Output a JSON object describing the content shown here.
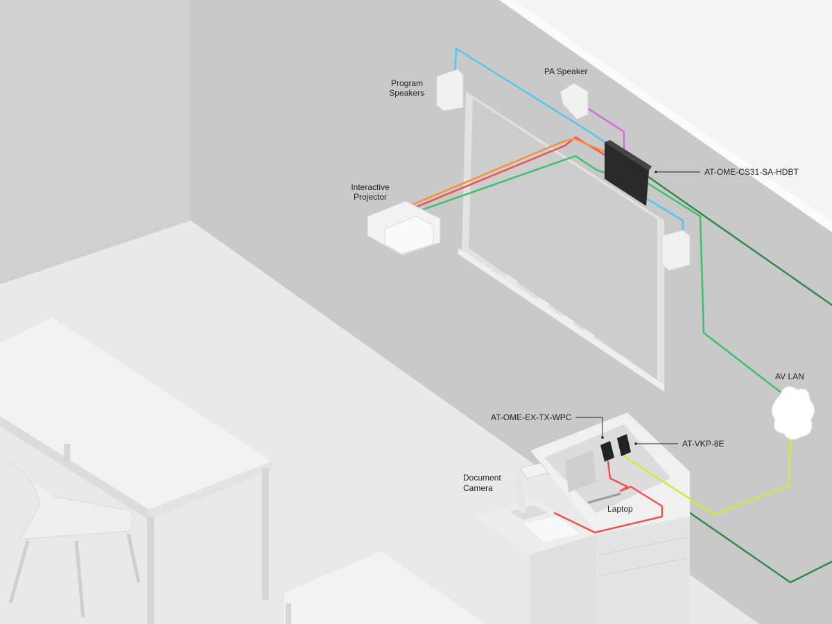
{
  "title": "Classroom AV system diagram",
  "labels": {
    "program_speakers": [
      "Program",
      "Speakers"
    ],
    "pa_speaker": "PA Speaker",
    "switcher": "AT-OME-CS31-SA-HDBT",
    "projector": [
      "Interactive",
      "Projector"
    ],
    "av_lan": "AV LAN",
    "wall_plate": "AT-OME-EX-TX-WPC",
    "keypad": "AT-VKP-8E",
    "document_camera": [
      "Document",
      "Camera"
    ],
    "laptop": "Laptop"
  },
  "colors": {
    "speaker_cable": "#4fc8ee",
    "pa_cable": "#d46ae0",
    "hdmi_cable": "#f0524f",
    "hdbt_cable": "#3cc06a",
    "lan_cable": "#2e8a4a",
    "keypad_cable": "#c4f03a",
    "projector_orange": "#f5913a"
  }
}
